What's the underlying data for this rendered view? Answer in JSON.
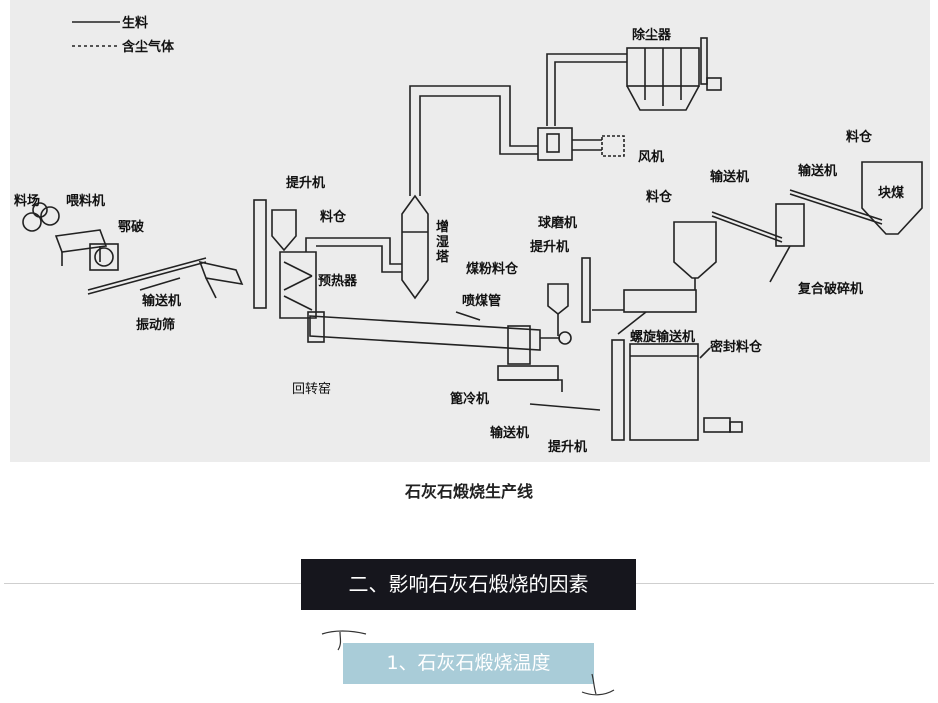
{
  "legend": {
    "raw_material": "生料",
    "dust_gas": "含尘气体"
  },
  "labels": {
    "dust_collector": "除尘器",
    "fan": "风机",
    "silo_top_right": "料仓",
    "conveyor_top": "输送机",
    "conveyor_top2": "输送机",
    "lump_coal": "块煤",
    "elevator_left": "提升机",
    "silo_left": "料仓",
    "humidifier_tower": "增湿塔",
    "ball_mill": "球磨机",
    "silo_mid": "料仓",
    "stockyard": "料场",
    "feeder": "喂料机",
    "jaw_crusher": "鄂破",
    "elevator_mid": "提升机",
    "coal_bin": "煤粉料仓",
    "preheater": "预热器",
    "compound_crusher": "复合破碎机",
    "coal_pipe": "喷煤管",
    "conveyor_left": "输送机",
    "vibrating_screen": "振动筛",
    "screw_conveyor": "螺旋输送机",
    "sealed_silo": "密封料仓",
    "rotary_kiln": "回转窑",
    "grate_cooler": "篦冷机",
    "conveyor_bottom": "输送机",
    "elevator_bottom": "提升机"
  },
  "caption": "石灰石煅烧生产线",
  "section_heading": "二、影响石灰石煅烧的因素",
  "sub_heading": "1、石灰石煅烧温度"
}
